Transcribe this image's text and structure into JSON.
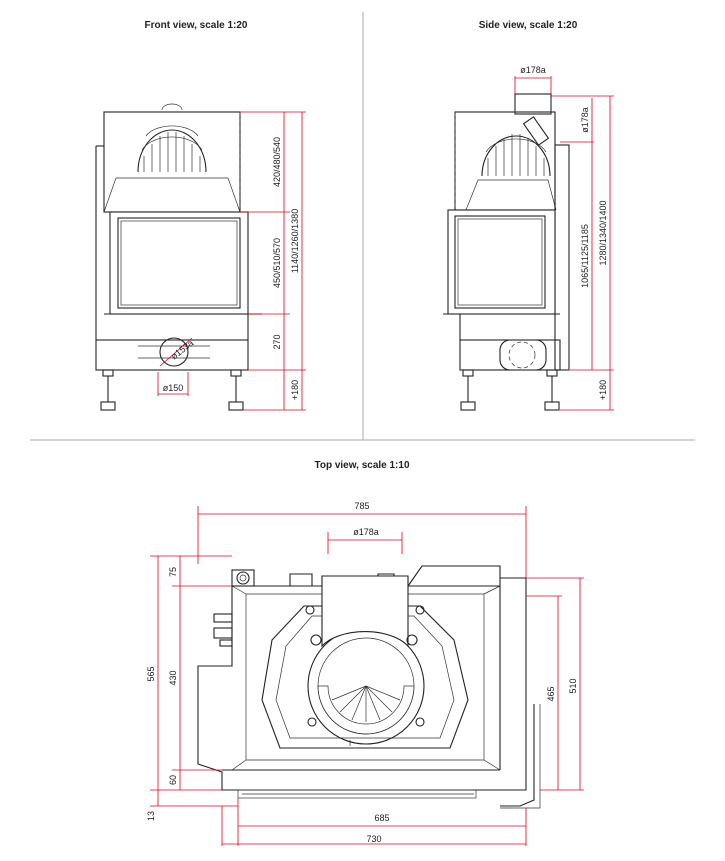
{
  "views": {
    "front": {
      "title": "Front view, scale 1:20",
      "dims": {
        "upper": "420/480/540",
        "opening": "450/510/570",
        "total": "1140/1260/1380",
        "base": "270",
        "legs": "+180",
        "flue_diameter": "ø150",
        "air_diameter": "ø153a"
      }
    },
    "side": {
      "title": "Side view, scale 1:20",
      "dims": {
        "top_diameter": "ø178a",
        "side_diameter": "ø178a",
        "height_a": "1065/1125/1185",
        "height_b": "1280/1340/1400",
        "legs": "+180"
      }
    },
    "top": {
      "title": "Top view, scale 1:10",
      "dims": {
        "width": "785",
        "flue_diameter": "ø178a",
        "d75": "75",
        "d430": "430",
        "d565": "565",
        "d60": "60",
        "d13": "13",
        "d685": "685",
        "d730": "730",
        "d465": "465",
        "d510": "510"
      }
    }
  },
  "colors": {
    "dimension": "#e4001b",
    "outline": "#222222",
    "separator": "#aaaaaa"
  }
}
